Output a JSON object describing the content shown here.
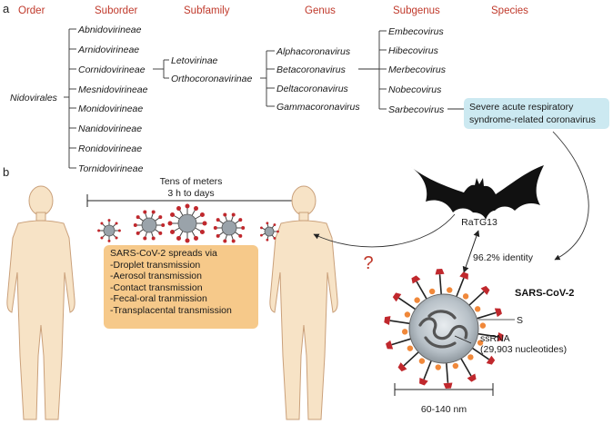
{
  "panels": {
    "a": "a",
    "b": "b"
  },
  "headers": {
    "order": "Order",
    "suborder": "Suborder",
    "subfamily": "Subfamily",
    "genus": "Genus",
    "subgenus": "Subgenus",
    "species": "Species"
  },
  "order": "Nidovirales",
  "suborders": [
    "Abnidovirineae",
    "Arnidovirineae",
    "Cornidovirineae",
    "Mesnidovirineae",
    "Monidovirineae",
    "Nanidovirineae",
    "Ronidovirineae",
    "Tornidovirineae"
  ],
  "subfamilies": [
    "Letovirinae",
    "Orthocoronavirinae"
  ],
  "genera": [
    "Alphacoronavirus",
    "Betacoronavirus",
    "Deltacoronavirus",
    "Gammacoronavirus"
  ],
  "subgenera": [
    "Embecovirus",
    "Hibecovirus",
    "Merbecovirus",
    "Nobecovirus",
    "Sarbecovirus"
  ],
  "species": [
    "Severe acute respiratory",
    "syndrome-related coronavirus"
  ],
  "transmission": {
    "distance": "Tens of meters",
    "time": "3 h to days",
    "spreads_title": "SARS-CoV-2 spreads via",
    "routes": [
      "-Droplet transmission",
      "-Aerosol transmission",
      "-Contact transmission",
      "-Fecal-oral tranmission",
      "-Transplacental transmission"
    ]
  },
  "bat_label": "RaTG13",
  "question_mark": "?",
  "identity": "96.2% identity",
  "virus": {
    "name": "SARS-CoV-2",
    "s_label": "S",
    "rna_label": "ssRNA",
    "nucleotides": "(29,903 nucleotides)",
    "size": "60-140 nm"
  },
  "colors": {
    "header_red": "#c0392b",
    "callout": "#f6c98a",
    "species_box": "#cce9f1",
    "body_skin": "#f7e3c6",
    "spike_red": "#c0282d",
    "spike_orange": "#f0883a"
  }
}
